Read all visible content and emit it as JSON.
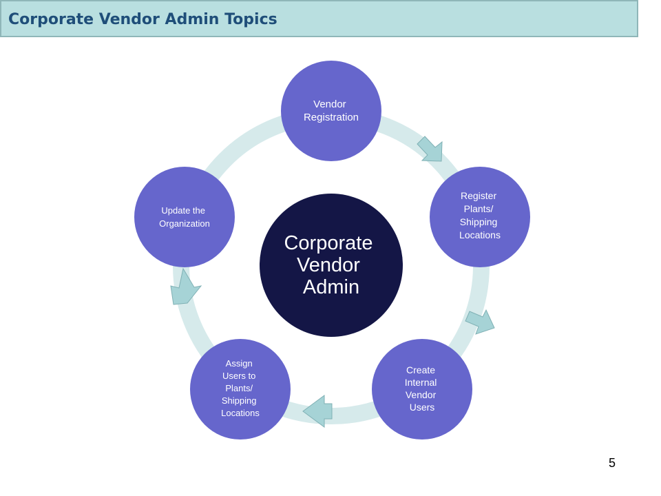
{
  "header": {
    "title": "Corporate Vendor Admin Topics"
  },
  "diagram": {
    "center": {
      "lines": [
        "Corporate",
        "Vendor",
        "Admin"
      ]
    },
    "nodes": [
      {
        "lines": [
          "Vendor",
          "Registration"
        ]
      },
      {
        "lines": [
          "Register",
          "Plants/",
          "Shipping",
          "Locations"
        ]
      },
      {
        "lines": [
          "Create",
          "Internal",
          "Vendor",
          "Users"
        ]
      },
      {
        "lines": [
          "Assign",
          "Users to",
          "Plants/",
          "Shipping",
          "Locations"
        ]
      },
      {
        "lines": [
          "Update  the",
          "Organization"
        ]
      }
    ]
  },
  "footer": {
    "page_number": "5"
  },
  "colors": {
    "title_bar": "#b9dfe0",
    "title_text": "#1f4e79",
    "ring": "#d6eaeb",
    "arrow_fill": "#a6d3d6",
    "node_fill": "#6666cc",
    "center_fill": "#141646"
  }
}
